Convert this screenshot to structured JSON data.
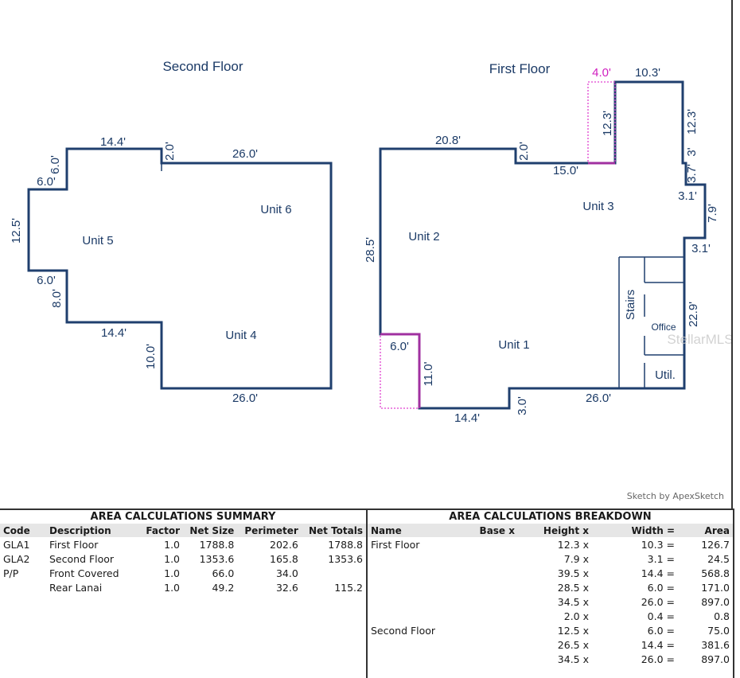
{
  "sketch": {
    "second_floor_title": "Second Floor",
    "first_floor_title": "First Floor",
    "units": {
      "unit5": "Unit 5",
      "unit6": "Unit 6",
      "unit4": "Unit 4",
      "unit2": "Unit 2",
      "unit3": "Unit 3",
      "unit1": "Unit 1",
      "stairs": "Stairs",
      "office": "Office",
      "util": "Util."
    },
    "dims": {
      "d_14_4_top": "14.4'",
      "d_2_0_sf": "2.0'",
      "d_26_0_sf_top": "26.0'",
      "d_6_0_a": "6.0'",
      "d_6_0_b": "6.0'",
      "d_12_5": "12.5'",
      "d_6_0_c": "6.0'",
      "d_8_0": "8.0'",
      "d_14_4_mid": "14.4'",
      "d_10_0": "10.0'",
      "d_26_0_sf_bottom": "26.0'",
      "d_20_8": "20.8'",
      "d_2_0_ff": "2.0'",
      "d_15_0": "15.0'",
      "d_4_0": "4.0'",
      "d_10_3": "10.3'",
      "d_12_3_left": "12.3'",
      "d_12_3_right": "12.3'",
      "d_3_small": "3'",
      "d_3_7": "3.7'",
      "d_3_1_a": "3.1'",
      "d_7_9": "7.9'",
      "d_3_1_b": "3.1'",
      "d_22_9": "22.9'",
      "d_28_5": "28.5'",
      "d_6_0_ff": "6.0'",
      "d_11_0": "11.0'",
      "d_14_4_ff": "14.4'",
      "d_3_0": "3.0'",
      "d_26_0_ff": "26.0'"
    },
    "watermark": "StellarMLS",
    "credit": "Sketch by ApexSketch"
  },
  "summary": {
    "title": "AREA CALCULATIONS SUMMARY",
    "headers": [
      "Code",
      "Description",
      "Factor",
      "Net Size",
      "Perimeter",
      "Net Totals"
    ],
    "rows": [
      [
        "GLA1",
        "First Floor",
        "1.0",
        "1788.8",
        "202.6",
        "1788.8"
      ],
      [
        "GLA2",
        "Second Floor",
        "1.0",
        "1353.6",
        "165.8",
        "1353.6"
      ],
      [
        "P/P",
        "Front Covered",
        "1.0",
        "66.0",
        "34.0",
        ""
      ],
      [
        "",
        "Rear Lanai",
        "1.0",
        "49.2",
        "32.6",
        "115.2"
      ]
    ]
  },
  "breakdown": {
    "title": "AREA CALCULATIONS BREAKDOWN",
    "headers": [
      "Name",
      "Base x",
      "Height x",
      "Width =",
      "Area"
    ],
    "rows": [
      [
        "First Floor",
        "",
        "12.3 x",
        "10.3 =",
        "126.7"
      ],
      [
        "",
        "",
        "7.9 x",
        "3.1 =",
        "24.5"
      ],
      [
        "",
        "",
        "39.5 x",
        "14.4 =",
        "568.8"
      ],
      [
        "",
        "",
        "28.5 x",
        "6.0 =",
        "171.0"
      ],
      [
        "",
        "",
        "34.5 x",
        "26.0 =",
        "897.0"
      ],
      [
        "",
        "",
        "2.0 x",
        "0.4 =",
        "0.8"
      ],
      [
        "Second Floor",
        "",
        "12.5 x",
        "6.0 =",
        "75.0"
      ],
      [
        "",
        "",
        "26.5 x",
        "14.4 =",
        "381.6"
      ],
      [
        "",
        "",
        "34.5 x",
        "26.0 =",
        "897.0"
      ]
    ]
  }
}
